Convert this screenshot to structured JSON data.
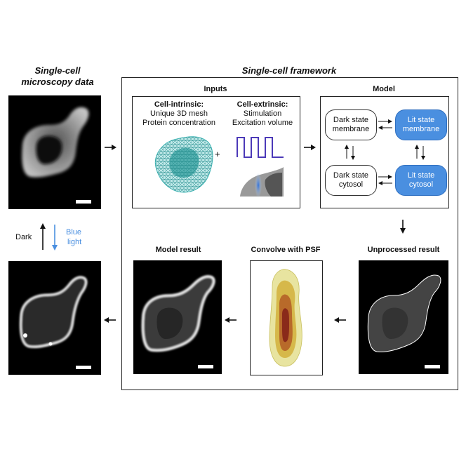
{
  "left_column": {
    "title_line1": "Single-cell",
    "title_line2": "microscopy data",
    "dark_label": "Dark",
    "blue_label_line1": "Blue",
    "blue_label_line2": "light"
  },
  "framework": {
    "title": "Single-cell framework",
    "inputs": {
      "title": "Inputs",
      "intrinsic_title": "Cell-intrinsic:",
      "intrinsic_line1": "Unique 3D mesh",
      "intrinsic_line2": "Protein concentration",
      "plus": "+",
      "extrinsic_title": "Cell-extrinsic:",
      "extrinsic_line1": "Stimulation",
      "extrinsic_line2": "Excitation volume"
    },
    "model": {
      "title": "Model",
      "states": {
        "dark_membrane": [
          "Dark state",
          "membrane"
        ],
        "lit_membrane": [
          "Lit state",
          "membrane"
        ],
        "dark_cytosol": [
          "Dark state",
          "cytosol"
        ],
        "lit_cytosol": [
          "Lit state",
          "cytosol"
        ]
      }
    },
    "unprocessed_title": "Unprocessed result",
    "convolve_title": "Convolve with PSF",
    "model_result_title": "Model result"
  },
  "colors": {
    "lit_state": "#4a8fe0",
    "blue_arrow": "#4a8fe0",
    "mesh": "#3fb5b5"
  }
}
